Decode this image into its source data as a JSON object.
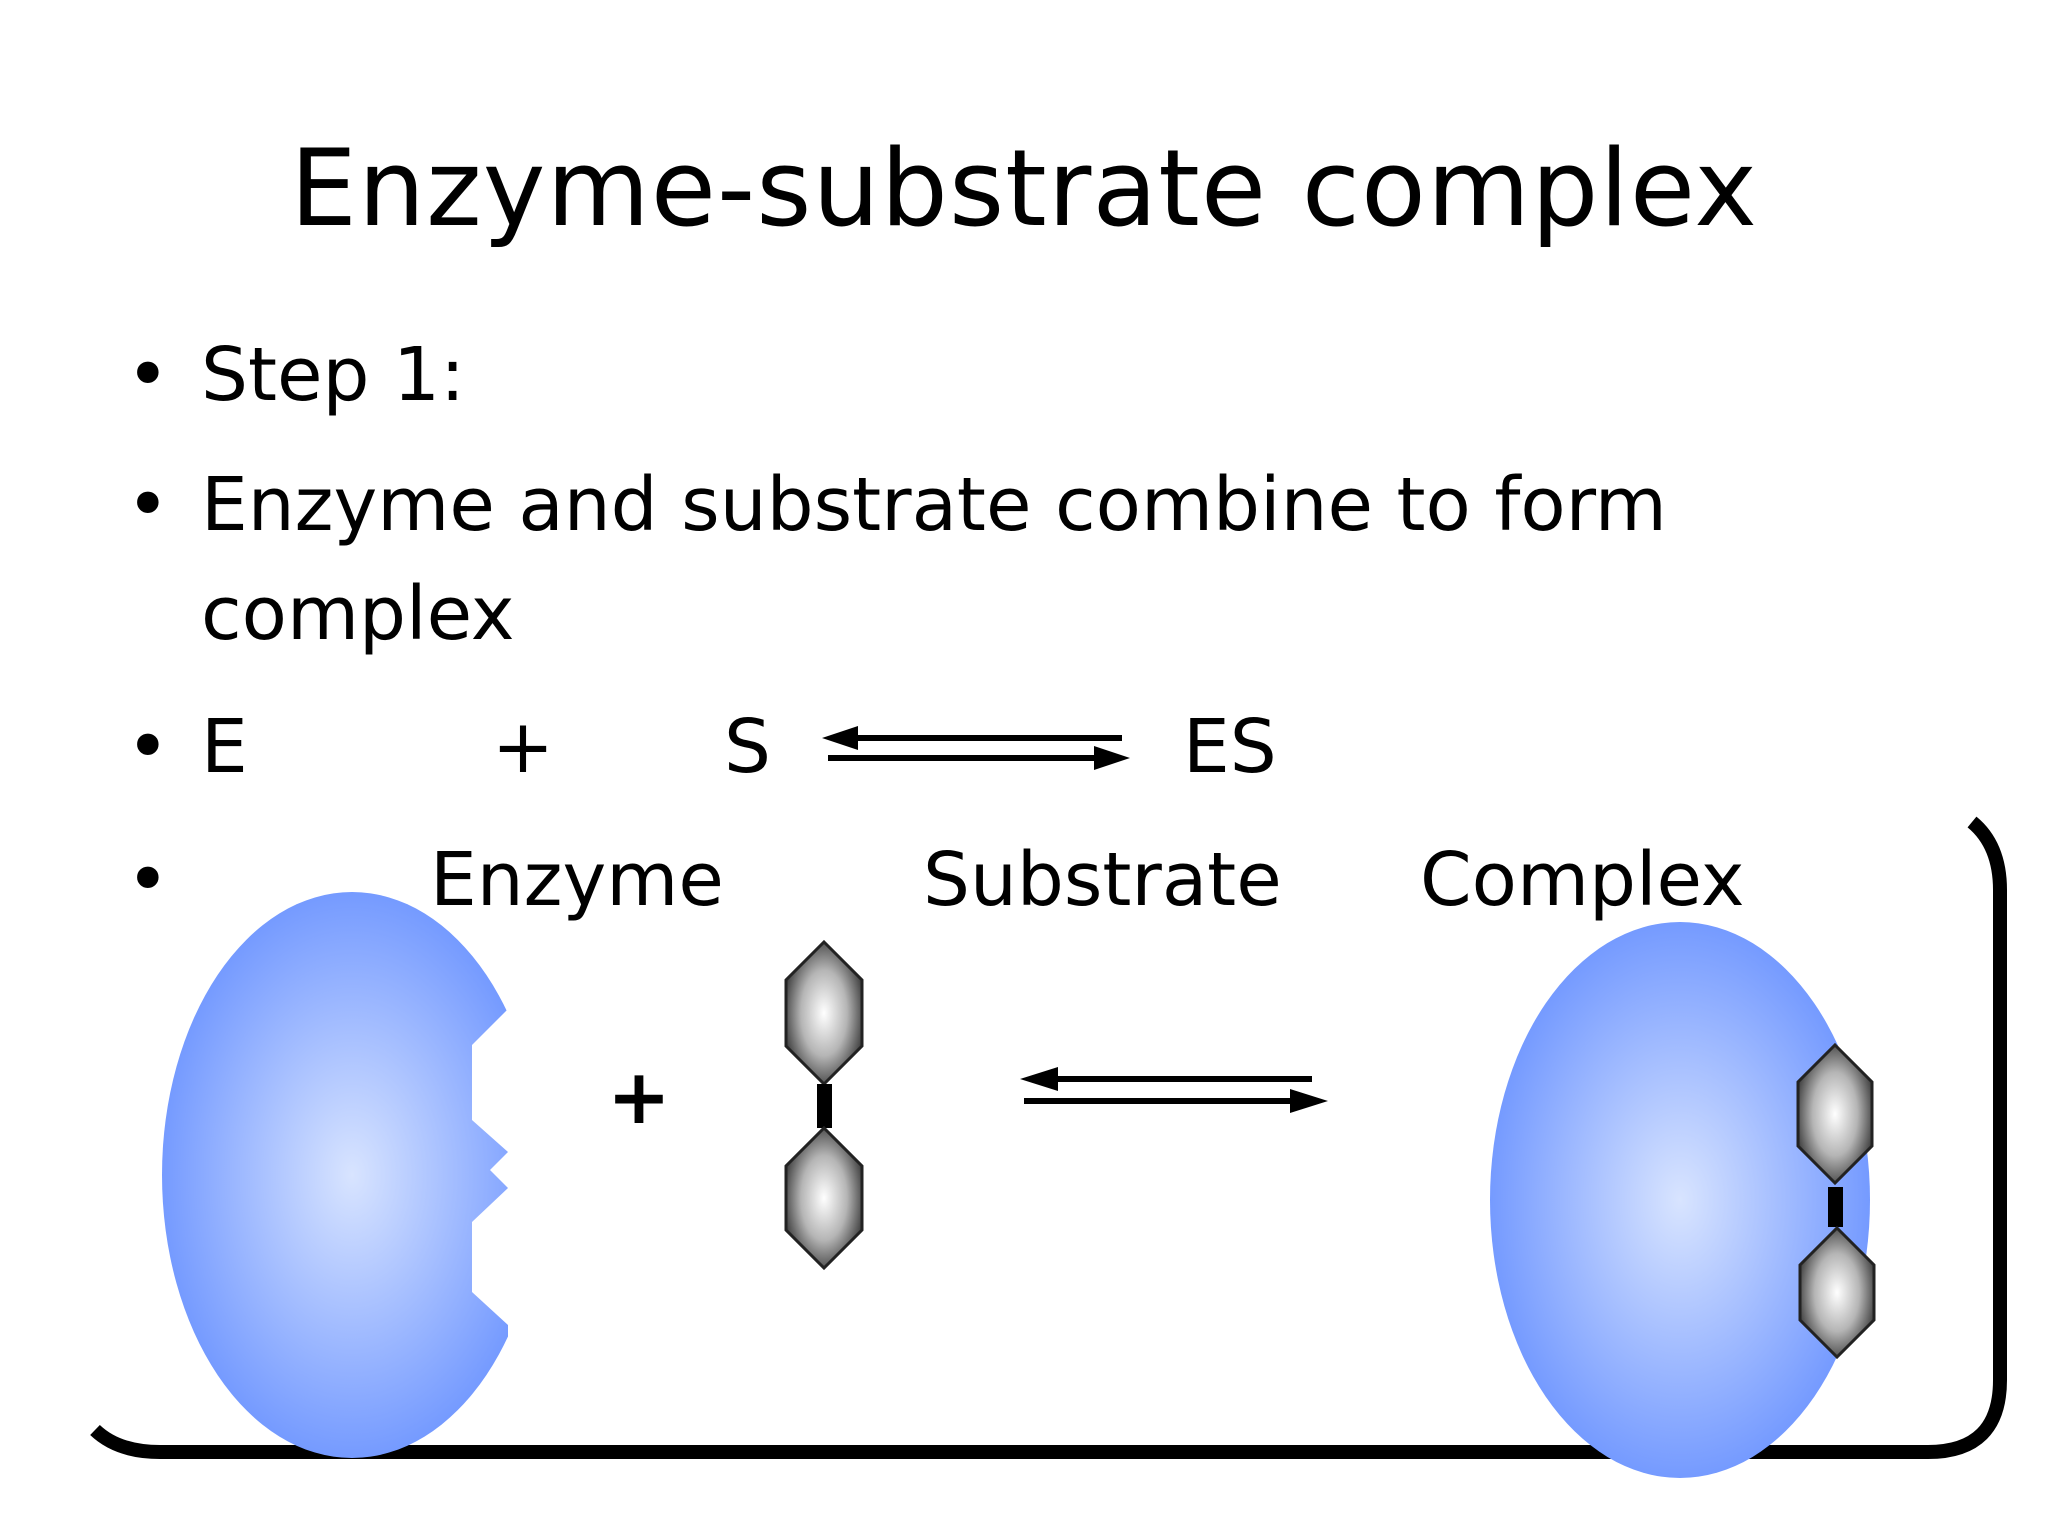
{
  "slide": {
    "title": "Enzyme-substrate complex",
    "bullets": [
      "Step 1:",
      "Enzyme and substrate combine to form",
      "complex"
    ],
    "bullet_glyph": "•",
    "equation": {
      "e": "E",
      "plus": "+",
      "s": "S",
      "es": "ES",
      "arrow_icon": "equilibrium-arrows-icon"
    },
    "labels": {
      "enzyme": "Enzyme",
      "substrate": "Substrate",
      "complex": "Complex"
    },
    "diagram": {
      "plus": "+",
      "enzyme_color": "#6b93ff",
      "enzyme_highlight": "#d8e4ff",
      "substrate_icon": "hexagon-dimer-icon"
    }
  }
}
